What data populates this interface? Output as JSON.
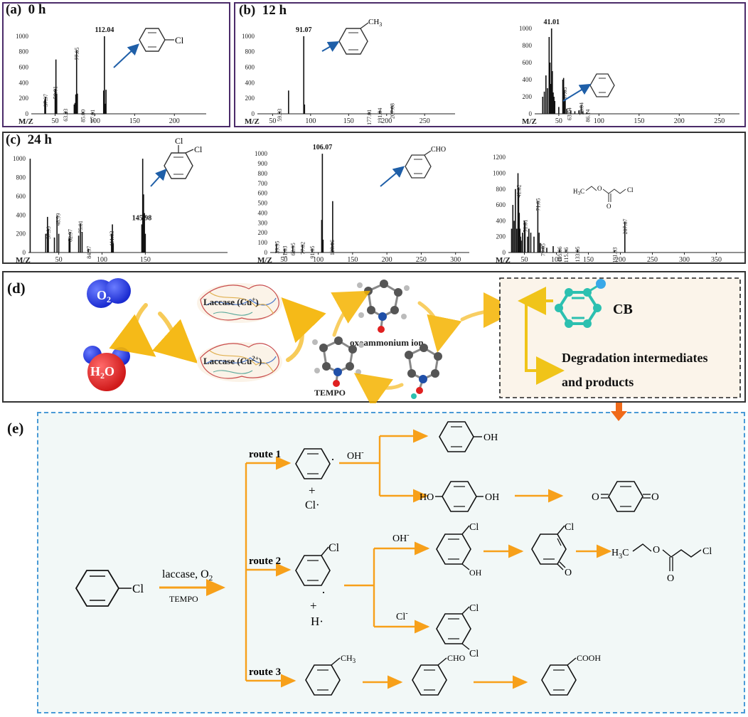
{
  "panels": {
    "a": {
      "label": "(a)",
      "time": "0 h"
    },
    "b": {
      "label": "(b)",
      "time": "12 h"
    },
    "c": {
      "label": "(c)",
      "time": "24 h"
    },
    "d": {
      "label": "(d)"
    },
    "e": {
      "label": "(e)"
    }
  },
  "axis_label": "M/Z",
  "chart_data": [
    {
      "type": "bar",
      "panel": "a",
      "xticks": [
        50,
        100,
        150,
        200
      ],
      "yticks": [
        0,
        200,
        400,
        600,
        800,
        1000
      ],
      "xlim": [
        20,
        240
      ],
      "ylim": [
        0,
        1100
      ],
      "x": [
        37,
        38,
        50,
        51,
        52,
        63,
        65,
        74,
        75,
        76,
        77,
        78,
        85,
        97,
        111,
        112,
        113,
        114
      ],
      "y": [
        180,
        220,
        320,
        700,
        260,
        30,
        20,
        120,
        140,
        250,
        820,
        260,
        20,
        20,
        300,
        1000,
        130,
        310
      ],
      "labels": [
        {
          "x": 37.97,
          "text": "37.97",
          "rot": true
        },
        {
          "x": 50.01,
          "text": "50.01",
          "rot": true
        },
        {
          "x": 63.03,
          "text": "63.03",
          "rot": true
        },
        {
          "x": 77.05,
          "text": "77.05",
          "rot": true
        },
        {
          "x": 85.0,
          "text": "85.00",
          "rot": true
        },
        {
          "x": 97.01,
          "text": "97.01",
          "rot": true
        },
        {
          "x": 112.04,
          "text": "112.04",
          "rot": false
        }
      ]
    },
    {
      "type": "bar",
      "panel": "b-left",
      "xticks": [
        50,
        100,
        150,
        200,
        250
      ],
      "yticks": [
        0,
        200,
        400,
        600,
        800,
        1000
      ],
      "xlim": [
        30,
        290
      ],
      "ylim": [
        0,
        1100
      ],
      "x": [
        59,
        71,
        91,
        92,
        177,
        191,
        207
      ],
      "y": [
        30,
        300,
        1000,
        120,
        20,
        40,
        100
      ],
      "labels": [
        {
          "x": 59.03,
          "text": "59.03",
          "rot": true
        },
        {
          "x": 91.07,
          "text": "91.07",
          "rot": false
        },
        {
          "x": 177.01,
          "text": "177.01",
          "rot": true
        },
        {
          "x": 191.04,
          "text": "191.04",
          "rot": true
        },
        {
          "x": 207.08,
          "text": "207.08",
          "rot": true
        }
      ]
    },
    {
      "type": "bar",
      "panel": "b-right",
      "xticks": [
        50,
        100,
        150,
        200,
        250
      ],
      "yticks": [
        0,
        200,
        400,
        600,
        800,
        1000
      ],
      "xlim": [
        20,
        275
      ],
      "ylim": [
        0,
        1100
      ],
      "x": [
        30,
        32,
        34,
        36,
        38,
        39,
        40,
        41,
        42,
        43,
        44,
        45,
        50,
        55,
        56,
        57,
        58,
        60,
        65,
        70,
        75,
        78,
        80,
        85
      ],
      "y": [
        200,
        260,
        450,
        300,
        900,
        600,
        350,
        1000,
        500,
        250,
        200,
        150,
        80,
        400,
        420,
        280,
        160,
        60,
        40,
        30,
        40,
        100,
        30,
        20
      ],
      "labels": [
        {
          "x": 41.01,
          "text": "41.01",
          "rot": false
        },
        {
          "x": 57.05,
          "text": "57.05",
          "rot": true
        },
        {
          "x": 63.04,
          "text": "63.04",
          "rot": true
        },
        {
          "x": 78.04,
          "text": "78.04",
          "rot": true
        },
        {
          "x": 86.14,
          "text": "86.14",
          "rot": true
        }
      ]
    },
    {
      "type": "bar",
      "panel": "c-left",
      "xticks": [
        50,
        100,
        150
      ],
      "yticks": [
        0,
        200,
        400,
        600,
        800,
        1000
      ],
      "xlim": [
        15,
        245
      ],
      "ylim": [
        0,
        1100
      ],
      "x": [
        17,
        35,
        37,
        38,
        45,
        48,
        50,
        62,
        63,
        73,
        75,
        77,
        84,
        111,
        112,
        113,
        146,
        147,
        148,
        149,
        150
      ],
      "y": [
        1000,
        200,
        380,
        250,
        160,
        390,
        200,
        150,
        220,
        180,
        310,
        220,
        40,
        200,
        300,
        100,
        300,
        1000,
        620,
        420,
        200
      ],
      "labels": [
        {
          "x": 37.99,
          "text": "37.99",
          "rot": true
        },
        {
          "x": 48.99,
          "text": "48.99",
          "rot": true
        },
        {
          "x": 62.97,
          "text": "62.97",
          "rot": true
        },
        {
          "x": 75.01,
          "text": "75.01",
          "rot": true
        },
        {
          "x": 84.97,
          "text": "84.97",
          "rot": true
        },
        {
          "x": 111.03,
          "text": "111.03",
          "rot": true
        },
        {
          "x": 145.98,
          "text": "145.98",
          "rot": false
        }
      ]
    },
    {
      "type": "bar",
      "panel": "c-middle",
      "xticks": [
        50,
        100,
        150,
        200,
        250,
        300
      ],
      "yticks": [
        0,
        100,
        200,
        300,
        400,
        500,
        600,
        700,
        800,
        900,
        1000
      ],
      "xlim": [
        30,
        320
      ],
      "ylim": [
        0,
        1080
      ],
      "x": [
        39,
        51,
        63,
        77,
        91,
        105,
        106,
        107,
        120,
        121
      ],
      "y": [
        90,
        40,
        70,
        80,
        40,
        330,
        1000,
        130,
        100,
        520
      ],
      "labels": [
        {
          "x": 39.95,
          "text": "39.95",
          "rot": true
        },
        {
          "x": 51.03,
          "text": "51.03",
          "rot": true
        },
        {
          "x": 62.95,
          "text": "62.95",
          "rot": true
        },
        {
          "x": 77.02,
          "text": "77.02",
          "rot": true
        },
        {
          "x": 91.05,
          "text": "91.05",
          "rot": true
        },
        {
          "x": 106.07,
          "text": "106.07",
          "rot": false
        },
        {
          "x": 120.16,
          "text": "120.16",
          "rot": true
        }
      ]
    },
    {
      "type": "bar",
      "panel": "c-right",
      "xticks": [
        50,
        100,
        150,
        200,
        250,
        300,
        350
      ],
      "yticks": [
        0,
        200,
        400,
        600,
        800,
        1000,
        1200
      ],
      "xlim": [
        25,
        395
      ],
      "ylim": [
        0,
        1300
      ],
      "x": [
        30,
        32,
        34,
        36,
        38,
        40,
        41,
        42,
        43,
        44,
        45,
        47,
        50,
        51,
        55,
        57,
        60,
        65,
        71,
        73,
        75,
        79,
        85,
        95,
        105,
        115,
        133,
        191,
        207
      ],
      "y": [
        300,
        600,
        400,
        800,
        300,
        1000,
        820,
        500,
        300,
        200,
        150,
        250,
        400,
        380,
        200,
        300,
        250,
        200,
        650,
        250,
        120,
        80,
        60,
        80,
        40,
        30,
        40,
        30,
        390
      ],
      "labels": [
        {
          "x": 41.02,
          "text": "41.02",
          "rot": true
        },
        {
          "x": 51.01,
          "text": "51.01",
          "rot": true
        },
        {
          "x": 71.05,
          "text": "71.05",
          "rot": true
        },
        {
          "x": 79.05,
          "text": "79.05",
          "rot": true
        },
        {
          "x": 105.06,
          "text": "105.06",
          "rot": true
        },
        {
          "x": 115.06,
          "text": "115.06",
          "rot": true
        },
        {
          "x": 133.05,
          "text": "133.05",
          "rot": true
        },
        {
          "x": 191.03,
          "text": "191.03",
          "rot": true
        },
        {
          "x": 207.07,
          "text": "207.07",
          "rot": true
        }
      ]
    }
  ],
  "structures": {
    "cl": "Cl",
    "ch3": "CH",
    "ch3_sub": "3",
    "cho": "CHO",
    "cooh": "COOH",
    "oh": "OH",
    "ho": "HO",
    "h3c": "H",
    "h3c_sub": "3",
    "h3c_tail": "C",
    "o": "O"
  },
  "mechanism": {
    "o2": "O",
    "o2_sub": "2",
    "h2o": "H",
    "h2o_sub": "2",
    "h2o_tail": "O",
    "laccase_top": "Laccase (Cu",
    "laccase_top_sup": "+",
    "laccase_top_end": ")",
    "laccase_bottom": "Laccase (Cu",
    "laccase_bottom_sup": "2+",
    "laccase_bottom_end": ")",
    "oxoammonium": "oxoammonium ion",
    "tempo": "TEMPO",
    "cb": "CB",
    "degradation_line1": "Degradation intermediates",
    "degradation_line2": "and products"
  },
  "pathway": {
    "route1": "route 1",
    "route2": "route 2",
    "route3": "route 3",
    "laccase_o2": "laccase, O",
    "laccase_o2_sub": "2",
    "tempo": "TEMPO",
    "oh_minus": "OH",
    "minus": "-",
    "cl_minus": "Cl",
    "plus": "+",
    "cl_radical": "Cl·",
    "h_radical": "H·",
    "dot": "·"
  }
}
